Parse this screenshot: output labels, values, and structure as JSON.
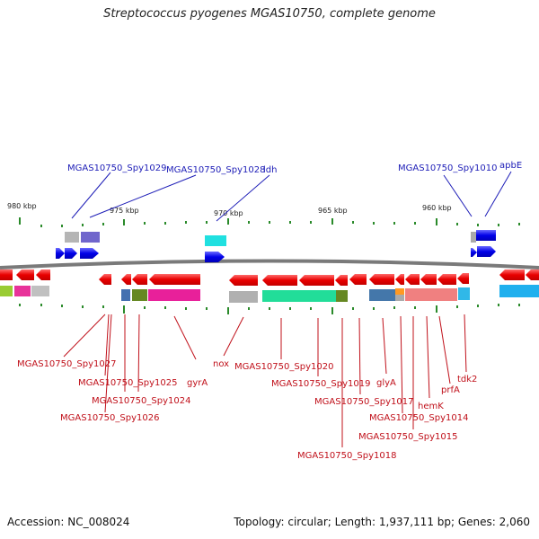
{
  "title": "Streptococcus pyogenes MGAS10750, complete genome",
  "footer": {
    "accession": "Accession: NC_008024",
    "topology": "Topology: circular; Length: 1,937,111 bp; Genes: 2,060"
  },
  "scale_ticks": [
    {
      "label": "980 kbp",
      "kbp": 980
    },
    {
      "label": "975 kbp",
      "kbp": 975
    },
    {
      "label": "970 kbp",
      "kbp": 970
    },
    {
      "label": "965 kbp",
      "kbp": 965
    },
    {
      "label": "960 kbp",
      "kbp": 960
    }
  ],
  "top_labels": [
    {
      "text": "MGAS10750_Spy1029"
    },
    {
      "text": "MGAS10750_Spy1028"
    },
    {
      "text": "ldh"
    },
    {
      "text": "MGAS10750_Spy1010"
    },
    {
      "text": "apbE"
    }
  ],
  "bottom_labels": [
    {
      "text": "MGAS10750_Spy1027"
    },
    {
      "text": "MGAS10750_Spy1025"
    },
    {
      "text": "MGAS10750_Spy1024"
    },
    {
      "text": "MGAS10750_Spy1026"
    },
    {
      "text": "gyrA"
    },
    {
      "text": "nox"
    },
    {
      "text": "MGAS10750_Spy1020"
    },
    {
      "text": "MGAS10750_Spy1019"
    },
    {
      "text": "MGAS10750_Spy1017"
    },
    {
      "text": "glyA"
    },
    {
      "text": "MGAS10750_Spy1018"
    },
    {
      "text": "hemK"
    },
    {
      "text": "MGAS10750_Spy1014"
    },
    {
      "text": "MGAS10750_Spy1015"
    },
    {
      "text": "prfA"
    },
    {
      "text": "tdk2"
    }
  ],
  "colors": {
    "forward_gene": "#1515e0",
    "reverse_gene": "#e81010",
    "backbone": "#888888",
    "tick": "#2a8a2a",
    "label_blue": "#1d1db7",
    "label_red": "#c0101a"
  }
}
